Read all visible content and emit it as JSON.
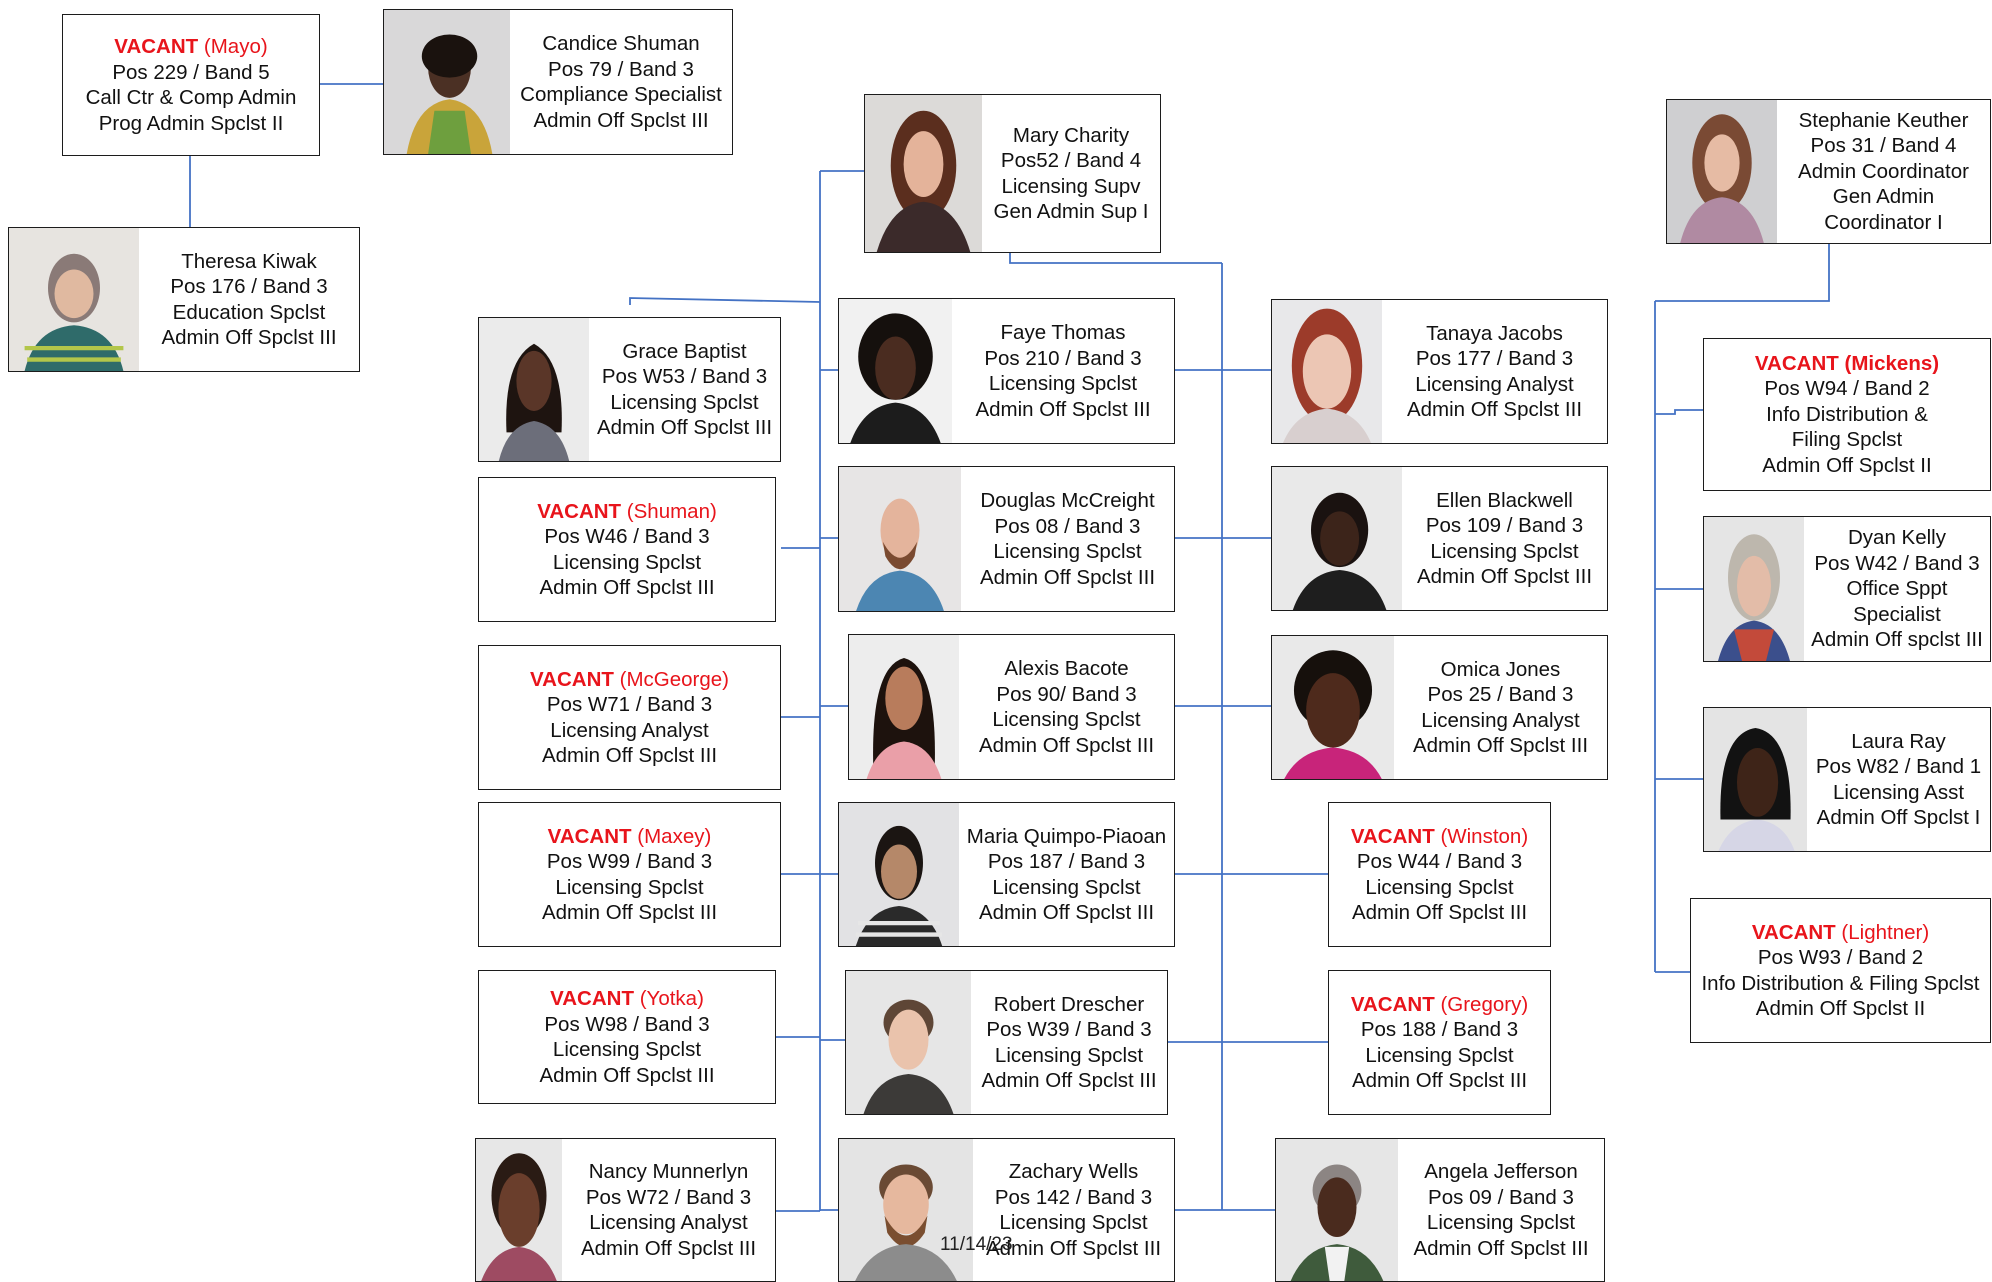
{
  "colors": {
    "connector": "#4472c4",
    "vacant": "#e8141b",
    "border": "#1c1c1c"
  },
  "footer": {
    "date": "11/14/23"
  },
  "boxes": {
    "mayo": {
      "vacant_label": "VACANT",
      "vacant_name": "(Mayo)",
      "lines": [
        "Pos 229 / Band 5",
        "Call Ctr & Comp Admin",
        "Prog Admin Spclst II"
      ]
    },
    "shuman_c": {
      "lines": [
        "Candice Shuman",
        "Pos 79 / Band 3",
        "Compliance Specialist",
        "Admin Off Spclst III"
      ]
    },
    "kiwak": {
      "lines": [
        "Theresa Kiwak",
        "Pos 176 / Band 3",
        "Education Spclst",
        "Admin Off Spclst III"
      ]
    },
    "charity": {
      "lines": [
        "Mary Charity",
        "Pos52 / Band 4",
        "Licensing Supv",
        "Gen Admin Sup I"
      ]
    },
    "keuther": {
      "lines": [
        "Stephanie Keuther",
        "Pos 31 / Band 4",
        "Admin Coordinator",
        "Gen Admin",
        "Coordinator I"
      ]
    },
    "baptist": {
      "lines": [
        "Grace Baptist",
        "Pos W53 / Band 3",
        "Licensing Spclst",
        "Admin Off Spclst III"
      ]
    },
    "thomas": {
      "lines": [
        "Faye Thomas",
        "Pos 210 / Band 3",
        "Licensing Spclst",
        "Admin Off Spclst III"
      ]
    },
    "jacobs": {
      "lines": [
        "Tanaya Jacobs",
        "Pos 177 / Band 3",
        "Licensing Analyst",
        "Admin Off Spclst III"
      ]
    },
    "mickens": {
      "vacant_label": "VACANT",
      "vacant_name": "(Mickens)",
      "lines": [
        "Pos W94 / Band 2",
        "Info Distribution &",
        "Filing Spclst",
        "Admin Off Spclst II"
      ]
    },
    "v_shuman": {
      "vacant_label": "VACANT",
      "vacant_name": "(Shuman)",
      "lines": [
        "Pos W46 / Band 3",
        "Licensing Spclst",
        "Admin Off Spclst III"
      ]
    },
    "mccreight": {
      "lines": [
        "Douglas McCreight",
        "Pos 08 / Band 3",
        "Licensing Spclst",
        "Admin Off Spclst III"
      ]
    },
    "blackwell": {
      "lines": [
        "Ellen Blackwell",
        "Pos 109 / Band 3",
        "Licensing Spclst",
        "Admin Off Spclst III"
      ]
    },
    "kelly": {
      "lines": [
        "Dyan Kelly",
        "Pos W42 / Band 3",
        "Office Sppt",
        "Specialist",
        "Admin Off spclst III"
      ]
    },
    "mcgeorge": {
      "vacant_label": "VACANT",
      "vacant_name": "(McGeorge)",
      "lines": [
        "Pos W71 / Band 3",
        "Licensing Analyst",
        "Admin Off Spclst III"
      ]
    },
    "bacote": {
      "lines": [
        "Alexis Bacote",
        "Pos 90/ Band 3",
        "Licensing Spclst",
        "Admin Off Spclst III"
      ]
    },
    "jones": {
      "lines": [
        "Omica Jones",
        "Pos 25 / Band 3",
        "Licensing Analyst",
        "Admin Off Spclst III"
      ]
    },
    "ray": {
      "lines": [
        "Laura Ray",
        "Pos W82 / Band 1",
        "Licensing Asst",
        "Admin Off Spclst I"
      ]
    },
    "maxey": {
      "vacant_label": "VACANT",
      "vacant_name": "(Maxey)",
      "lines": [
        "Pos W99 / Band 3",
        "Licensing Spclst",
        "Admin Off Spclst III"
      ]
    },
    "quimpo": {
      "lines": [
        "Maria Quimpo-Piaoan",
        "Pos 187 / Band 3",
        "Licensing Spclst",
        "Admin Off Spclst III"
      ]
    },
    "winston": {
      "vacant_label": "VACANT",
      "vacant_name": "(Winston)",
      "lines": [
        "Pos W44 / Band 3",
        "Licensing Spclst",
        "Admin Off Spclst III"
      ]
    },
    "lightner": {
      "vacant_label": "VACANT",
      "vacant_name": "(Lightner)",
      "lines": [
        "Pos W93 / Band 2",
        "Info Distribution & Filing Spclst",
        "Admin Off Spclst II"
      ]
    },
    "yotka": {
      "vacant_label": "VACANT",
      "vacant_name": "(Yotka)",
      "lines": [
        "Pos W98 / Band 3",
        "Licensing Spclst",
        "Admin Off Spclst III"
      ]
    },
    "drescher": {
      "lines": [
        "Robert Drescher",
        "Pos W39 / Band 3",
        "Licensing Spclst",
        "Admin Off Spclst III"
      ]
    },
    "gregory": {
      "vacant_label": "VACANT",
      "vacant_name": "(Gregory)",
      "lines": [
        "Pos 188 / Band 3",
        "Licensing Spclst",
        "Admin Off Spclst III"
      ]
    },
    "munnerlyn": {
      "lines": [
        "Nancy Munnerlyn",
        "Pos W72 / Band 3",
        "Licensing Analyst",
        "Admin Off Spclst III"
      ]
    },
    "wells": {
      "lines": [
        "Zachary Wells",
        "Pos 142 / Band 3",
        "Licensing Spclst",
        "Admin Off Spclst III"
      ]
    },
    "jefferson": {
      "lines": [
        "Angela Jefferson",
        "Pos 09 / Band 3",
        "Licensing Spclst",
        "Admin Off Spclst III"
      ]
    }
  }
}
